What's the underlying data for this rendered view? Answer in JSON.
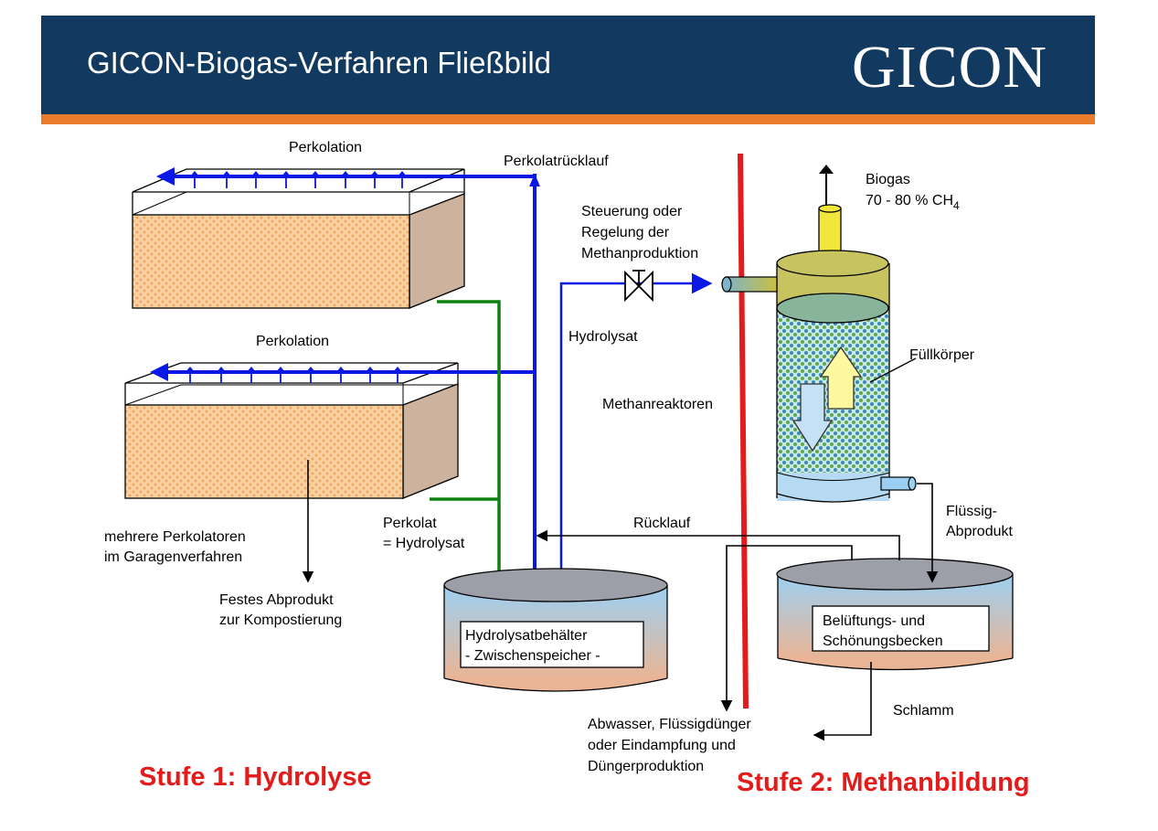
{
  "header": {
    "title": "GICON-Biogas-Verfahren Fließbild",
    "logo_text": "GICON"
  },
  "colors": {
    "header_bg": "#123a60",
    "header_stripe": "#e87c2b",
    "percolate_pipe": "#0a17e6",
    "hydrolysate_pipe": "#108010",
    "divider": "#e31b1b",
    "stage_label": "#e31b1b"
  },
  "labels": {
    "perkolation_top": "Perkolation",
    "perkolation_bottom": "Perkolation",
    "perkolatruecklauf": "Perkolatrücklauf",
    "steuerung_1": "Steuerung oder",
    "steuerung_2": "Regelung der",
    "steuerung_3": "Methanproduktion",
    "biogas_1": "Biogas",
    "biogas_2_main": "70 - 80 % CH",
    "biogas_2_sub": "4",
    "hydrolysat": "Hydrolysat",
    "fuellkoerper": "Füllkörper",
    "methanreaktoren": "Methanreaktoren",
    "mehrere_1": "mehrere Perkolatoren",
    "mehrere_2": "im Garagenverfahren",
    "perkolat_1": "Perkolat",
    "perkolat_2": "= Hydrolysat",
    "ruecklauf": "Rücklauf",
    "fluessig_1": "Flüssig-",
    "fluessig_2": "Abprodukt",
    "festes_1": "Festes Abprodukt",
    "festes_2": "zur Kompostierung",
    "hydrolysatbehaelter_1": "Hydrolysatbehälter",
    "hydrolysatbehaelter_2": "- Zwischenspeicher -",
    "belueftung_1": "Belüftungs- und",
    "belueftung_2": "Schönungsbecken",
    "schlamm": "Schlamm",
    "abwasser_1": "Abwasser, Flüssigdünger",
    "abwasser_2": "oder Eindampfung und",
    "abwasser_3": "Düngerproduktion",
    "stufe1": "Stufe 1: Hydrolyse",
    "stufe2": "Stufe 2: Methanbildung"
  }
}
